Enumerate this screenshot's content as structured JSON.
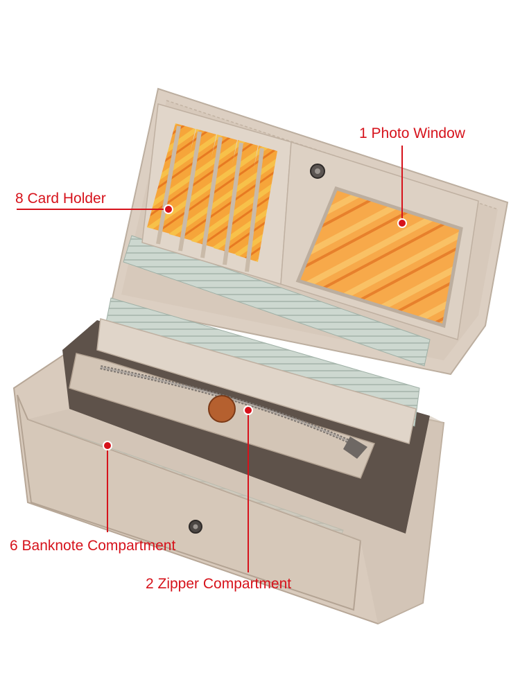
{
  "callouts": {
    "card_holder": "8 Card Holder",
    "photo_window": "1 Photo Window",
    "banknote_compartment": "6 Banknote Compartment",
    "zipper_compartment": "2 Zipper Compartment"
  },
  "colors": {
    "callout": "#d6121b",
    "leather": "#d9cbbd",
    "leather_dark": "#b9a998",
    "interior_shadow": "#5a4e46",
    "card_orange": "#f39a2a",
    "banknote": "#c8d3cc"
  }
}
